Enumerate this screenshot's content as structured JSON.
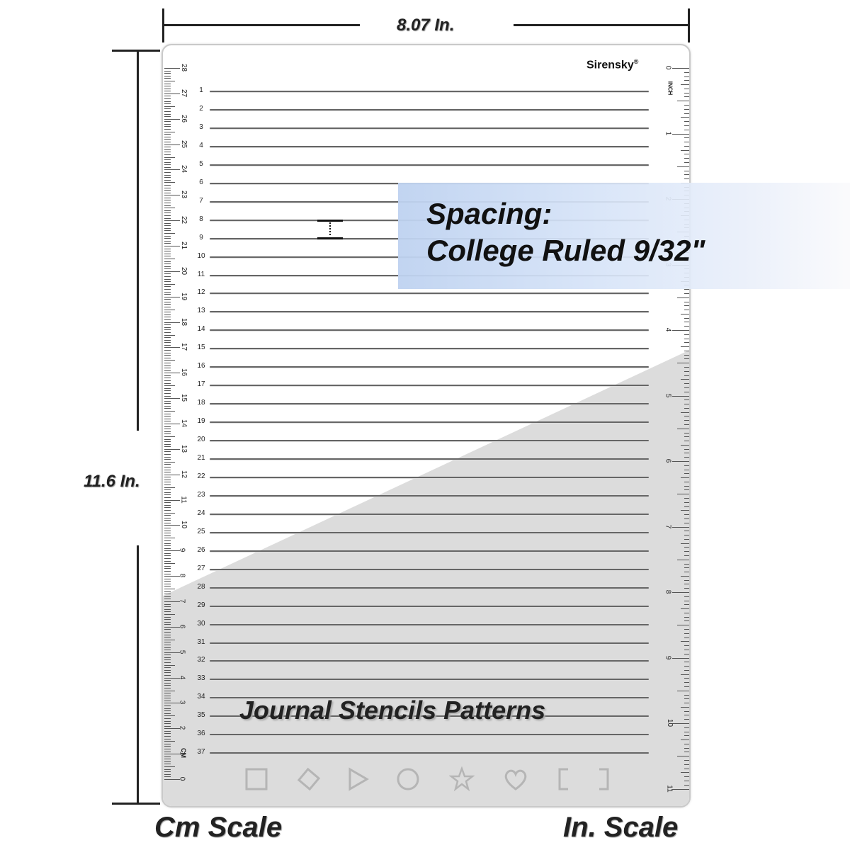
{
  "dimensions": {
    "width_label": "8.07 In.",
    "height_label": "11.6 In."
  },
  "brand": {
    "name": "Sirensky",
    "mark": "®"
  },
  "cm_scale": {
    "unit_label": "CM",
    "numbers": [
      "0",
      "1",
      "2",
      "3",
      "4",
      "5",
      "6",
      "7",
      "8",
      "9",
      "10",
      "11",
      "12",
      "13",
      "14",
      "15",
      "16",
      "17",
      "18",
      "19",
      "20",
      "21",
      "22",
      "23",
      "24",
      "25",
      "26",
      "27",
      "28"
    ]
  },
  "inch_scale": {
    "unit_label": "INCH",
    "numbers": [
      "0",
      "1",
      "2",
      "3",
      "4",
      "5",
      "6",
      "7",
      "8",
      "9",
      "10",
      "11"
    ]
  },
  "lines": {
    "numbers": [
      "1",
      "2",
      "3",
      "4",
      "5",
      "6",
      "7",
      "8",
      "9",
      "10",
      "11",
      "12",
      "13",
      "14",
      "15",
      "16",
      "17",
      "18",
      "19",
      "20",
      "21",
      "22",
      "23",
      "24",
      "25",
      "26",
      "27",
      "28",
      "29",
      "30",
      "31",
      "32",
      "33",
      "34",
      "35",
      "36",
      "37"
    ]
  },
  "spacing_banner": {
    "line1": "Spacing:",
    "line2": "College Ruled 9/32\""
  },
  "footer": {
    "title": "Journal Stencils Patterns",
    "shapes": [
      "square-icon",
      "diamond-icon",
      "triangle-icon",
      "circle-icon",
      "star-icon",
      "heart-icon",
      "left-bracket-icon",
      "right-bracket-icon"
    ]
  },
  "scale_labels": {
    "cm": "Cm Scale",
    "inch": "In. Scale"
  }
}
